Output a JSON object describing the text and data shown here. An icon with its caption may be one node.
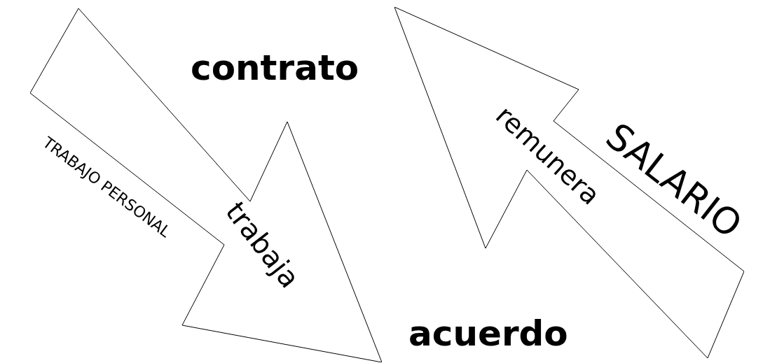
{
  "diagram": {
    "nodes": [
      {
        "text": [
          "trabaja"
        ],
        "beside": [
          "TRABAJO PERSONAL"
        ]
      },
      {
        "text": [
          "remunera"
        ],
        "beside": [
          "SALARIO"
        ]
      }
    ],
    "labels": [
      "contrato",
      "acuerdo"
    ]
  }
}
